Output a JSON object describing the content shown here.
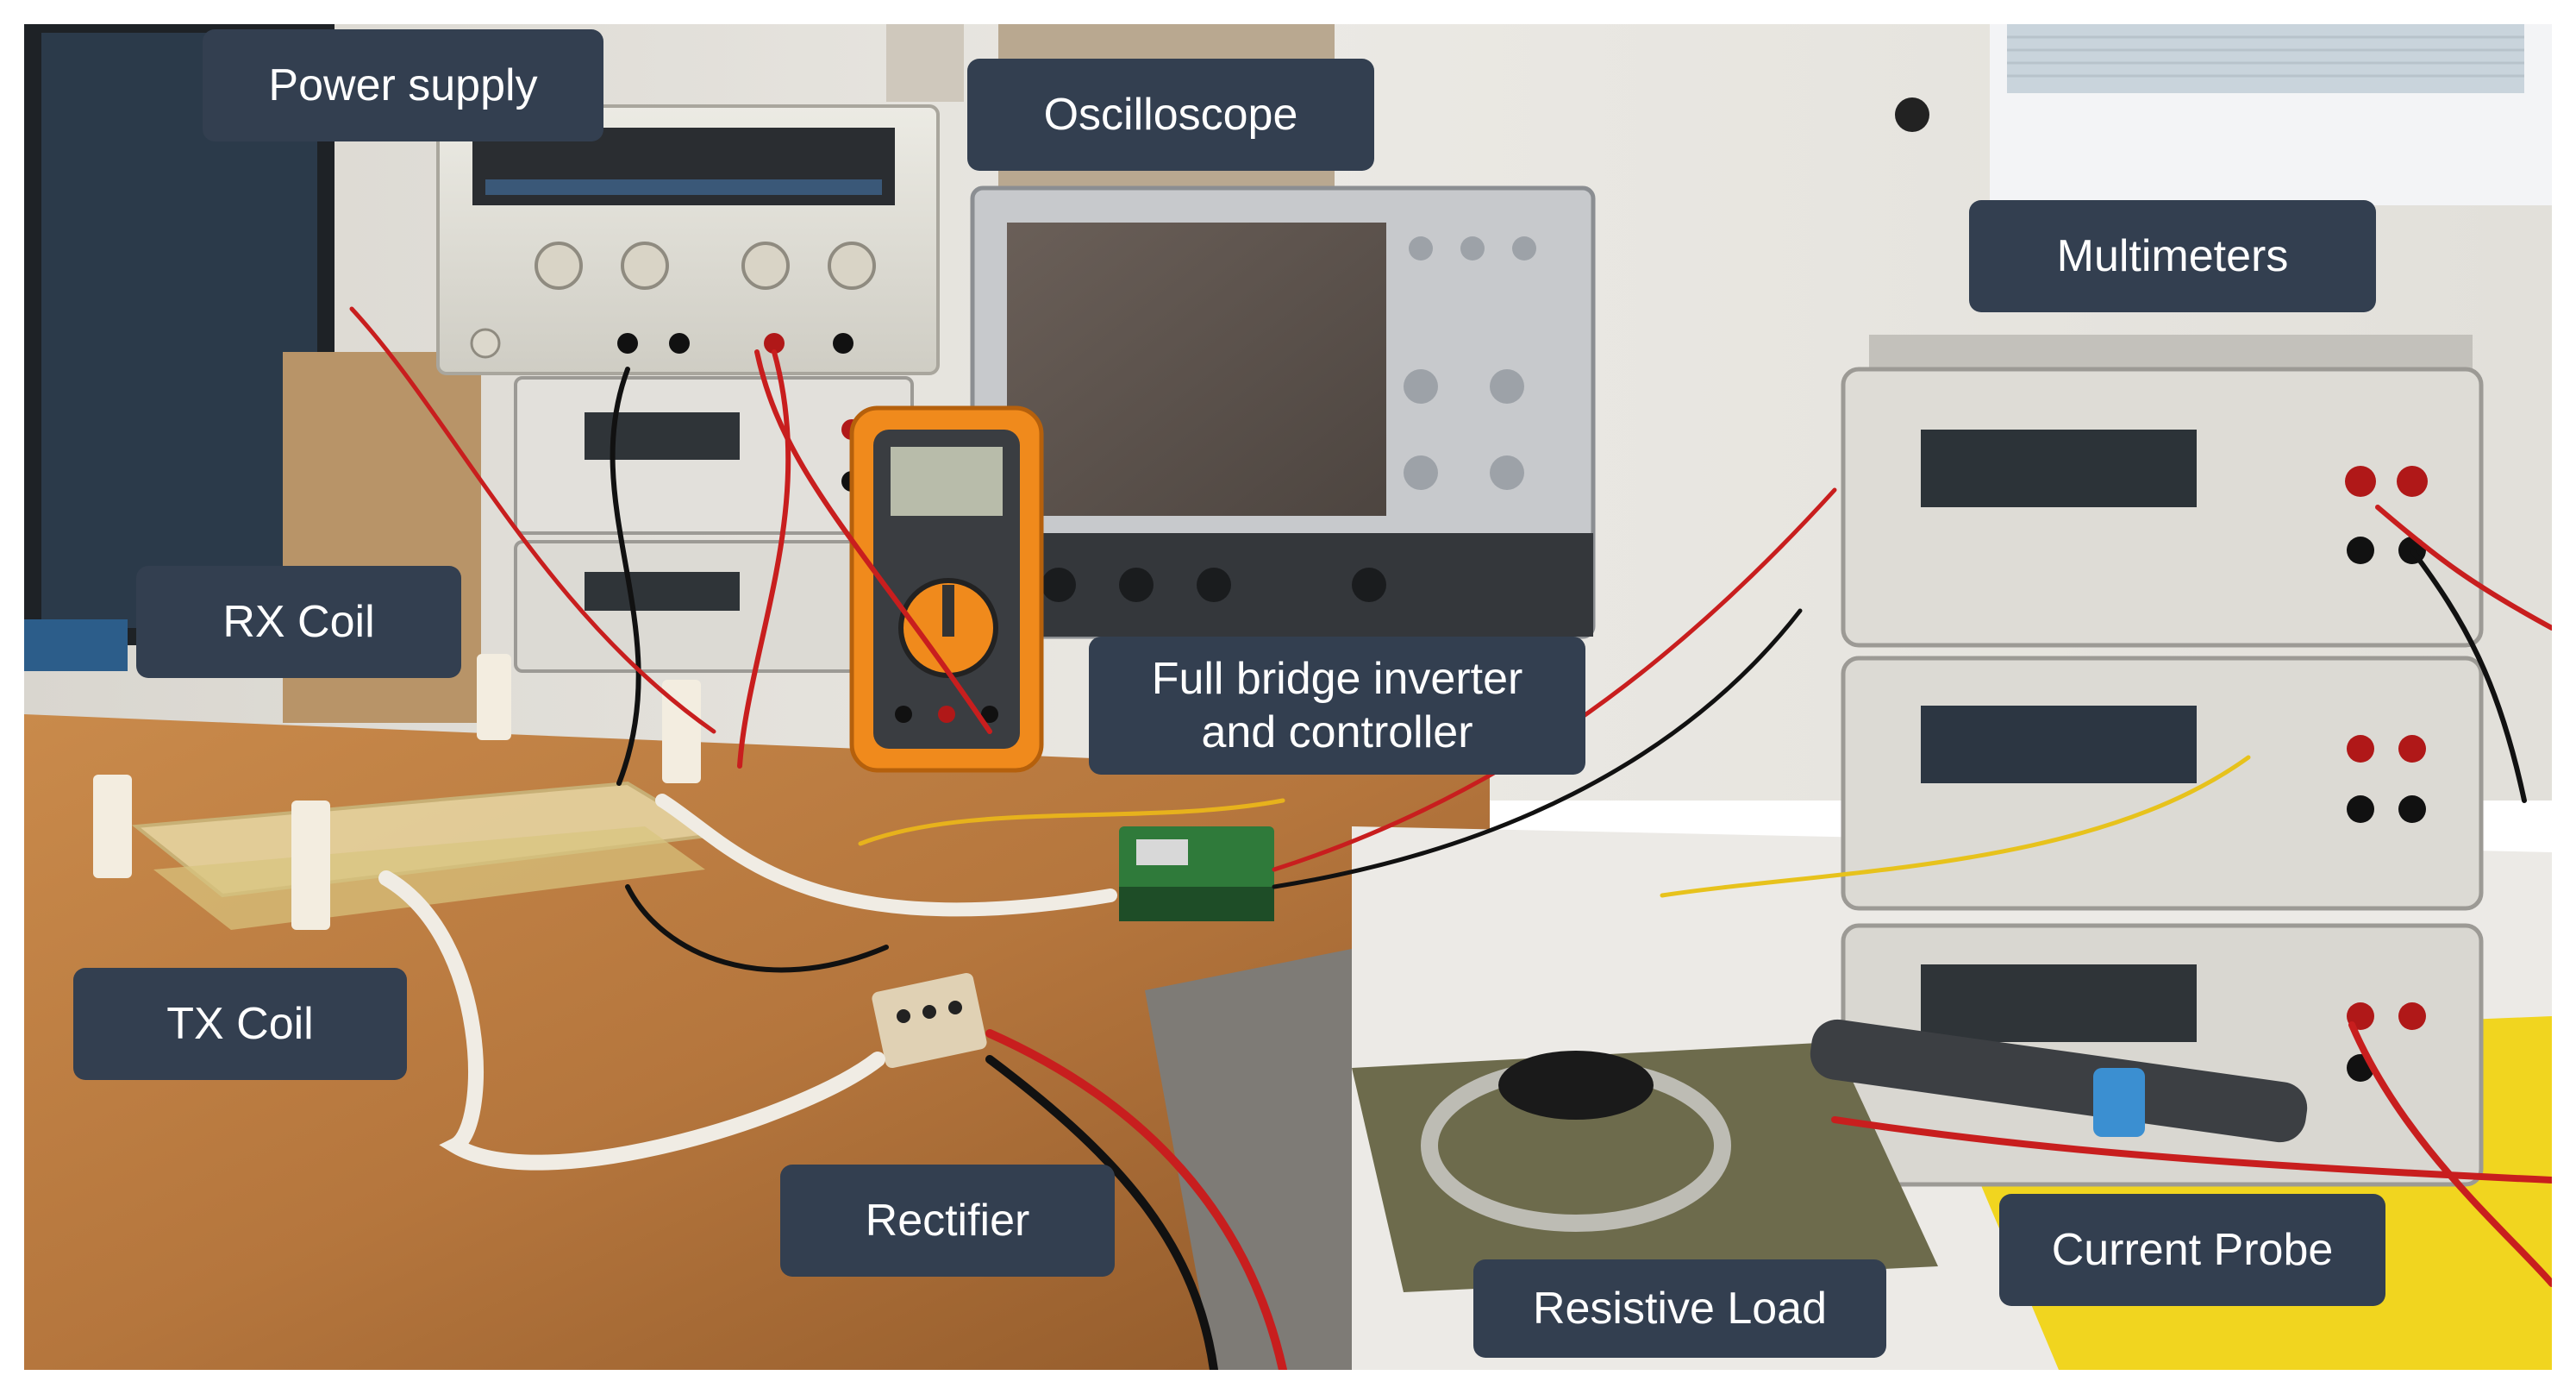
{
  "labels": {
    "power_supply": "Power supply",
    "oscilloscope": "Oscilloscope",
    "multimeters": "Multimeters",
    "rx_coil": "RX Coil",
    "inverter_line1": "Full bridge inverter",
    "inverter_line2": "and controller",
    "tx_coil": "TX Coil",
    "rectifier": "Rectifier",
    "resistive_load": "Resistive Load",
    "current_probe": "Current Probe"
  },
  "colors": {
    "label_background": "#333f50",
    "label_text": "#ffffff",
    "desk": "#b5763d",
    "wall": "#e6e4df"
  }
}
